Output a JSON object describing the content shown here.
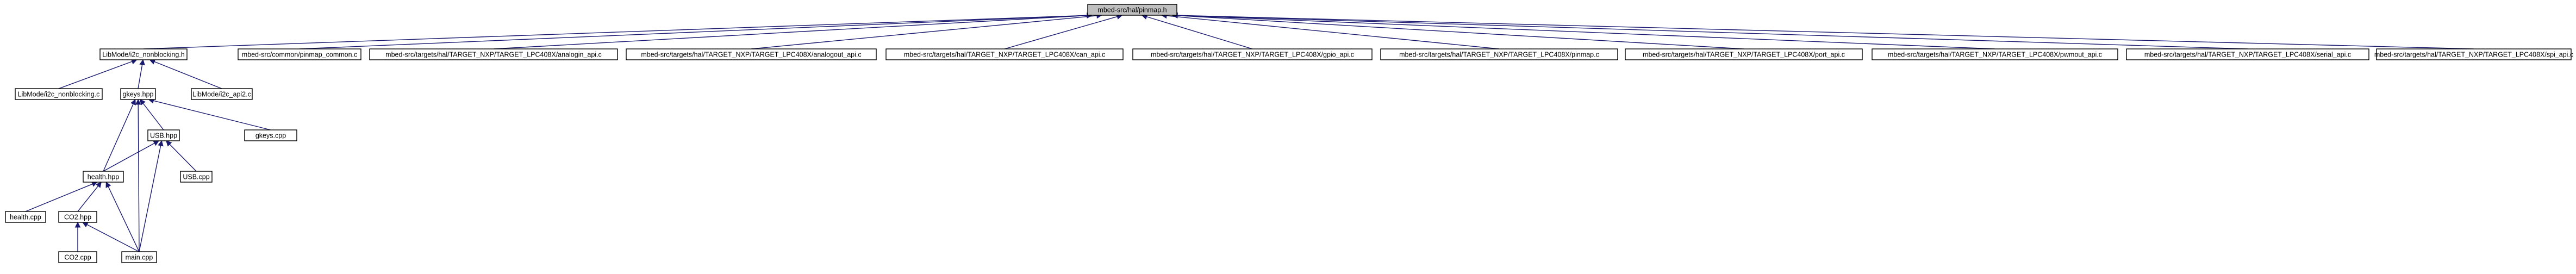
{
  "graph": {
    "root": "mbed-src/hal/pinmap.h",
    "colors": {
      "edge": "#191970",
      "root_fill": "#bfbfbf",
      "node_fill": "#ffffff",
      "node_border": "#000000"
    },
    "nodes": [
      {
        "id": "pinmap_h",
        "label": "mbed-src/hal/pinmap.h"
      },
      {
        "id": "i2c_nb_h",
        "label": "LibMode/i2c_nonblocking.h"
      },
      {
        "id": "pinmap_common_c",
        "label": "mbed-src/common/pinmap_common.c"
      },
      {
        "id": "analogin_api_c",
        "label": "mbed-src/targets/hal/TARGET_NXP/TARGET_LPC408X/analogin_api.c"
      },
      {
        "id": "analogout_api_c",
        "label": "mbed-src/targets/hal/TARGET_NXP/TARGET_LPC408X/analogout_api.c"
      },
      {
        "id": "can_api_c",
        "label": "mbed-src/targets/hal/TARGET_NXP/TARGET_LPC408X/can_api.c"
      },
      {
        "id": "gpio_api_c",
        "label": "mbed-src/targets/hal/TARGET_NXP/TARGET_LPC408X/gpio_api.c"
      },
      {
        "id": "pinmap_c",
        "label": "mbed-src/targets/hal/TARGET_NXP/TARGET_LPC408X/pinmap.c"
      },
      {
        "id": "port_api_c",
        "label": "mbed-src/targets/hal/TARGET_NXP/TARGET_LPC408X/port_api.c"
      },
      {
        "id": "pwmout_api_c",
        "label": "mbed-src/targets/hal/TARGET_NXP/TARGET_LPC408X/pwmout_api.c"
      },
      {
        "id": "serial_api_c",
        "label": "mbed-src/targets/hal/TARGET_NXP/TARGET_LPC408X/serial_api.c"
      },
      {
        "id": "spi_api_c",
        "label": "mbed-src/targets/hal/TARGET_NXP/TARGET_LPC408X/spi_api.c"
      },
      {
        "id": "i2c_nb_c",
        "label": "LibMode/i2c_nonblocking.c"
      },
      {
        "id": "gkeys_hpp",
        "label": "gkeys.hpp"
      },
      {
        "id": "i2c_api2_c",
        "label": "LibMode/i2c_api2.c"
      },
      {
        "id": "usb_hpp",
        "label": "USB.hpp"
      },
      {
        "id": "gkeys_cpp",
        "label": "gkeys.cpp"
      },
      {
        "id": "health_hpp",
        "label": "health.hpp"
      },
      {
        "id": "usb_cpp",
        "label": "USB.cpp"
      },
      {
        "id": "health_cpp",
        "label": "health.cpp"
      },
      {
        "id": "co2_hpp",
        "label": "CO2.hpp"
      },
      {
        "id": "co2_cpp",
        "label": "CO2.cpp"
      },
      {
        "id": "main_cpp",
        "label": "main.cpp"
      }
    ],
    "edges": [
      [
        "i2c_nb_h",
        "pinmap_h"
      ],
      [
        "pinmap_common_c",
        "pinmap_h"
      ],
      [
        "analogin_api_c",
        "pinmap_h"
      ],
      [
        "analogout_api_c",
        "pinmap_h"
      ],
      [
        "can_api_c",
        "pinmap_h"
      ],
      [
        "gpio_api_c",
        "pinmap_h"
      ],
      [
        "pinmap_c",
        "pinmap_h"
      ],
      [
        "port_api_c",
        "pinmap_h"
      ],
      [
        "pwmout_api_c",
        "pinmap_h"
      ],
      [
        "serial_api_c",
        "pinmap_h"
      ],
      [
        "spi_api_c",
        "pinmap_h"
      ],
      [
        "i2c_nb_c",
        "i2c_nb_h"
      ],
      [
        "gkeys_hpp",
        "i2c_nb_h"
      ],
      [
        "i2c_api2_c",
        "i2c_nb_h"
      ],
      [
        "health_hpp",
        "gkeys_hpp"
      ],
      [
        "usb_hpp",
        "gkeys_hpp"
      ],
      [
        "gkeys_cpp",
        "gkeys_hpp"
      ],
      [
        "main_cpp",
        "gkeys_hpp"
      ],
      [
        "health_hpp",
        "usb_hpp"
      ],
      [
        "usb_cpp",
        "usb_hpp"
      ],
      [
        "main_cpp",
        "usb_hpp"
      ],
      [
        "health_cpp",
        "health_hpp"
      ],
      [
        "co2_hpp",
        "health_hpp"
      ],
      [
        "main_cpp",
        "health_hpp"
      ],
      [
        "co2_cpp",
        "co2_hpp"
      ],
      [
        "main_cpp",
        "co2_hpp"
      ]
    ]
  }
}
